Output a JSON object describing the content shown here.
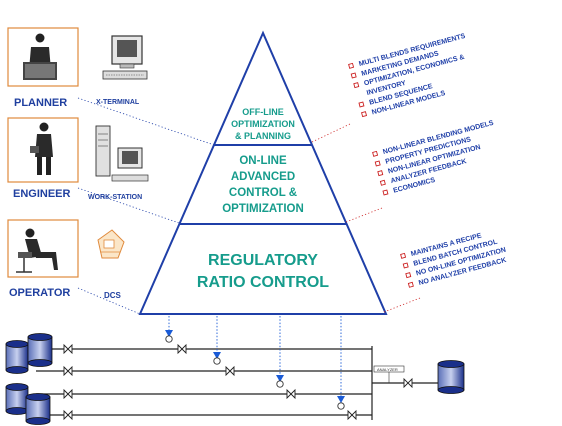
{
  "roles": [
    {
      "name": "PLANNER",
      "device": "X-TERMINAL"
    },
    {
      "name": "ENGINEER",
      "device": "WORK-STATION"
    },
    {
      "name": "OPERATOR",
      "device": "DCS"
    }
  ],
  "pyramid": {
    "top_lines": [
      "OFF-LINE",
      "OPTIMIZATION",
      "& PLANNING"
    ],
    "middle_lines": [
      "ON-LINE",
      "ADVANCED",
      "CONTROL &",
      "OPTIMIZATION"
    ],
    "bottom_lines": [
      "REGULATORY",
      "RATIO CONTROL"
    ]
  },
  "lists": {
    "top": [
      "MULTI BLENDS REQUIREMENTS",
      "MARKETING DEMANDS",
      "OPTIMIZATION, ECONOMICS &",
      "INVENTORY",
      "BLEND SEQUENCE",
      "NON-LINEAR MODELS"
    ],
    "middle": [
      "NON-LINEAR BLENDING MODELS",
      "PROPERTY PREDICTIONS",
      "NON-LINEAR OPTIMIZATION",
      "ANALYZER FEEDBACK",
      "ECONOMICS"
    ],
    "bottom": [
      "MAINTAINS A RECIPE",
      "BLEND BATCH CONTROL",
      "NO ON-LINE OPTIMIZATION",
      "NO ANALYZER FEEDBACK"
    ]
  },
  "process": {
    "analyzer_label": "ANALYZER"
  },
  "colors": {
    "text_blue": "#1f3fa8",
    "tier_text": "#169c8c",
    "bullet": "#cc2222",
    "tank": "#1a2f8a",
    "flow_blue": "#1a5bd6",
    "frame_orange": "#e08a3c"
  }
}
